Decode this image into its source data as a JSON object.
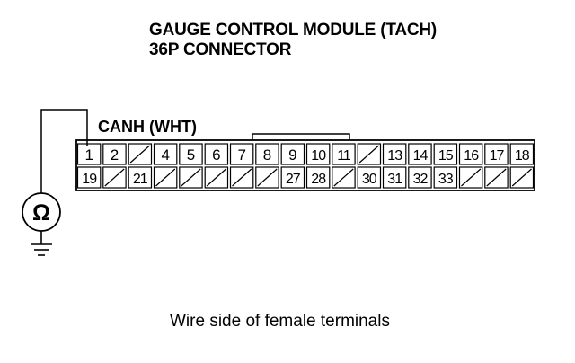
{
  "title": {
    "line1": "GAUGE CONTROL MODULE (TACH)",
    "line2": "36P CONNECTOR"
  },
  "wire_label": "CANH (WHT)",
  "meter_symbol": "Ω",
  "meter_icon": "ohmmeter-icon",
  "ground_icon": "ground-icon",
  "caption": "Wire side of female terminals",
  "connector": {
    "top_row": [
      "1",
      "2",
      "",
      "4",
      "5",
      "6",
      "7",
      "8",
      "9",
      "10",
      "11",
      "",
      "13",
      "14",
      "15",
      "16",
      "17",
      "18"
    ],
    "bottom_row": [
      "19",
      "",
      "21",
      "",
      "",
      "",
      "",
      "",
      "27",
      "28",
      "",
      "30",
      "31",
      "32",
      "33",
      "",
      "",
      ""
    ]
  }
}
